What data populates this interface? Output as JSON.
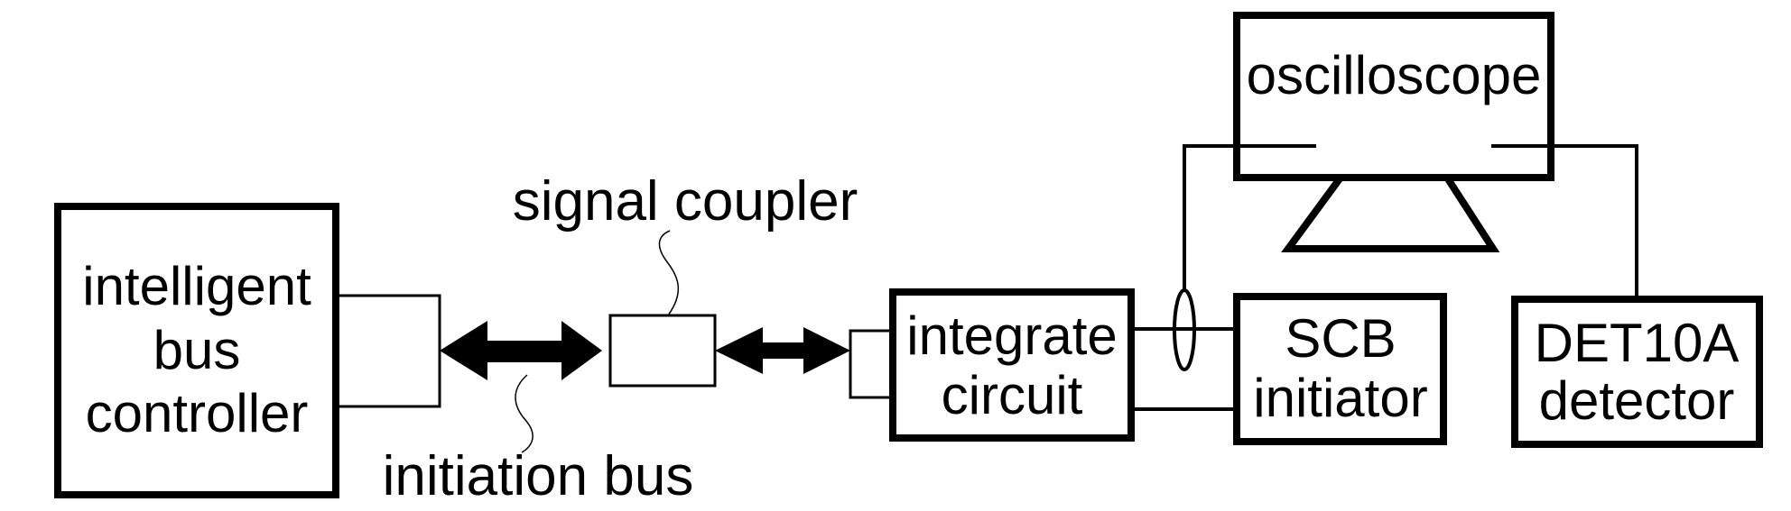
{
  "blocks": {
    "controller": [
      "intelligent",
      "bus",
      "controller"
    ],
    "integrate": [
      "integrate",
      "circuit"
    ],
    "scb": [
      "SCB",
      "initiator"
    ],
    "det": [
      "DET10A",
      "detector"
    ],
    "oscilloscope": "oscilloscope"
  },
  "callouts": {
    "signal_coupler": "signal coupler",
    "initiation_bus": "initiation bus"
  }
}
